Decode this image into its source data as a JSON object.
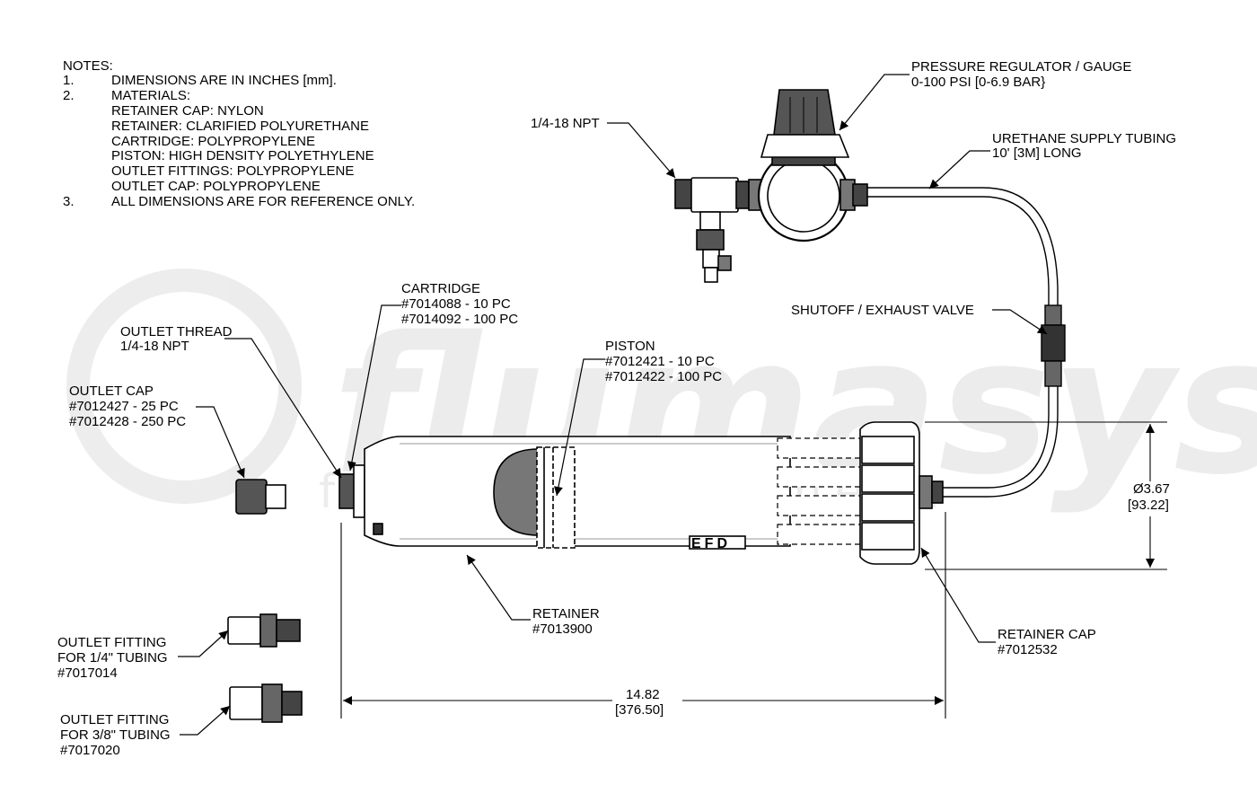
{
  "notes": {
    "heading": "NOTES:",
    "items": [
      {
        "num": "1.",
        "lines": [
          "DIMENSIONS ARE IN INCHES [mm]."
        ]
      },
      {
        "num": "2.",
        "lines": [
          "MATERIALS:",
          "RETAINER CAP: NYLON",
          "RETAINER: CLARIFIED POLYURETHANE",
          "CARTRIDGE: POLYPROPYLENE",
          "PISTON: HIGH DENSITY POLYETHYLENE",
          "OUTLET FITTINGS: POLYPROPYLENE",
          "OUTLET CAP: POLYPROPYLENE"
        ]
      },
      {
        "num": "3.",
        "lines": [
          "ALL DIMENSIONS ARE FOR REFERENCE ONLY."
        ]
      }
    ]
  },
  "watermark": {
    "brand": "flumasys",
    "tagline": "fluid management"
  },
  "logo": "EFD",
  "callouts": {
    "regulator": [
      "PRESSURE REGULATOR / GAUGE",
      "0-100 PSI [0-6.9 BAR}"
    ],
    "npt": [
      "1/4-18 NPT"
    ],
    "tubing": [
      "URETHANE SUPPLY TUBING",
      "10' [3M] LONG"
    ],
    "valve": [
      "SHUTOFF / EXHAUST VALVE"
    ],
    "cartridge": [
      "CARTRIDGE",
      "#7014088 - 10 PC",
      "#7014092 - 100 PC"
    ],
    "outlet_thread": [
      "OUTLET THREAD",
      "1/4-18 NPT"
    ],
    "piston": [
      "PISTON",
      "#7012421 - 10 PC",
      "#7012422 - 100 PC"
    ],
    "outlet_cap": [
      "OUTLET CAP",
      "#7012427 - 25 PC",
      "#7012428 - 250 PC"
    ],
    "retainer": [
      "RETAINER",
      "#7013900"
    ],
    "retainer_cap": [
      "RETAINER CAP",
      "#7012532"
    ],
    "fitting_14": [
      "OUTLET FITTING",
      "FOR 1/4\" TUBING",
      "#7017014"
    ],
    "fitting_38": [
      "OUTLET FITTING",
      "FOR 3/8\" TUBING",
      "#7017020"
    ]
  },
  "dimensions": {
    "diameter": {
      "in": "Ø3.67",
      "mm": "[93.22]"
    },
    "length": {
      "in": "14.82",
      "mm": "[376.50]"
    }
  }
}
